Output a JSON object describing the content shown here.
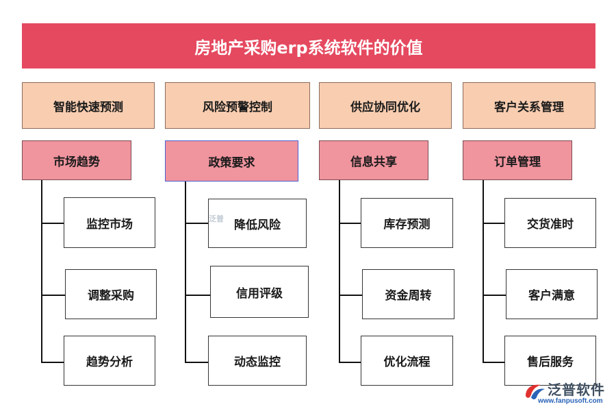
{
  "title": "房地产采购erp系统软件的价值",
  "columns": [
    {
      "category": "智能快速预测",
      "subcategory": "市场趋势",
      "items": [
        "监控市场",
        "调整采购",
        "趋势分析"
      ]
    },
    {
      "category": "风险预警控制",
      "subcategory": "政策要求",
      "items": [
        "降低风险",
        "信用评级",
        "动态监控"
      ]
    },
    {
      "category": "供应协同优化",
      "subcategory": "信息共享",
      "items": [
        "库存预测",
        "资金周转",
        "优化流程"
      ]
    },
    {
      "category": "客户关系管理",
      "subcategory": "订单管理",
      "items": [
        "交货准时",
        "客户满意",
        "售后服务"
      ]
    }
  ],
  "watermark": {
    "small": "泛普"
  },
  "logo": {
    "name": "泛普软件",
    "url": "www.fanpusoft.com"
  },
  "colors": {
    "title_bg": "#e5495f",
    "category_bg": "#f8cdb0",
    "subcategory_bg": "#f0949e",
    "leaf_bg": "#ffffff"
  }
}
